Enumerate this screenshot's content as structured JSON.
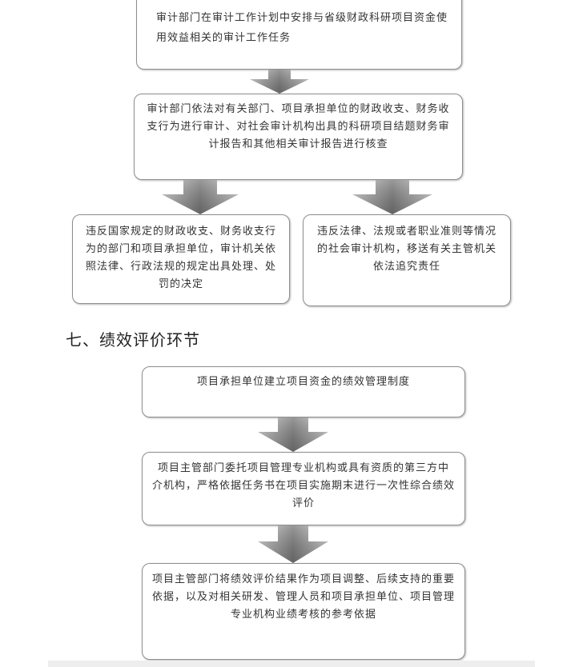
{
  "audit_flow": {
    "task": {
      "lines": [
        "审计部门在审计工作计划中安排与省级财政科研项目资金使",
        "用效益相关的审计工作任务"
      ]
    },
    "review": {
      "lines": [
        "审计部门依法对有关部门、项目承担单位的财政收支、财务收",
        "支行为进行审计、对社会审计机构出具的科研项目结题财务审",
        "计报告和其他相关审计报告进行核查"
      ]
    },
    "violation_units": {
      "lines": [
        "违反国家规定的财政收支、财务收支行",
        "为的部门和项目承担单位，审计机关依",
        "照法律、行政法规的规定出具处理、处",
        "罚的决定"
      ]
    },
    "violation_agencies": {
      "lines": [
        "违反法律、法规或者职业准则等情况",
        "的社会审计机构，移送有关主管机关",
        "依法追究责任"
      ]
    }
  },
  "section_heading": "七、绩效评价环节",
  "performance_flow": {
    "system": {
      "lines": [
        "项目承担单位建立项目资金的绩效管理制度"
      ]
    },
    "evaluation": {
      "lines": [
        "项目主管部门委托项目管理专业机构或具有资质的第三方中",
        "介机构，严格依据任务书在项目实施期末进行一次性综合绩效",
        "评价"
      ]
    },
    "application": {
      "lines": [
        "项目主管部门将绩效评价结果作为项目调整、后续支持的重要",
        "依据，以及对相关研发、管理人员和项目承担单位、项目管理",
        "专业机构业绩考核的参考依据"
      ]
    }
  },
  "colors": {
    "text": "#333333",
    "box_border": "#8e8e8e",
    "arrow_light": "#c2c2c2",
    "arrow_dark": "#767676"
  }
}
